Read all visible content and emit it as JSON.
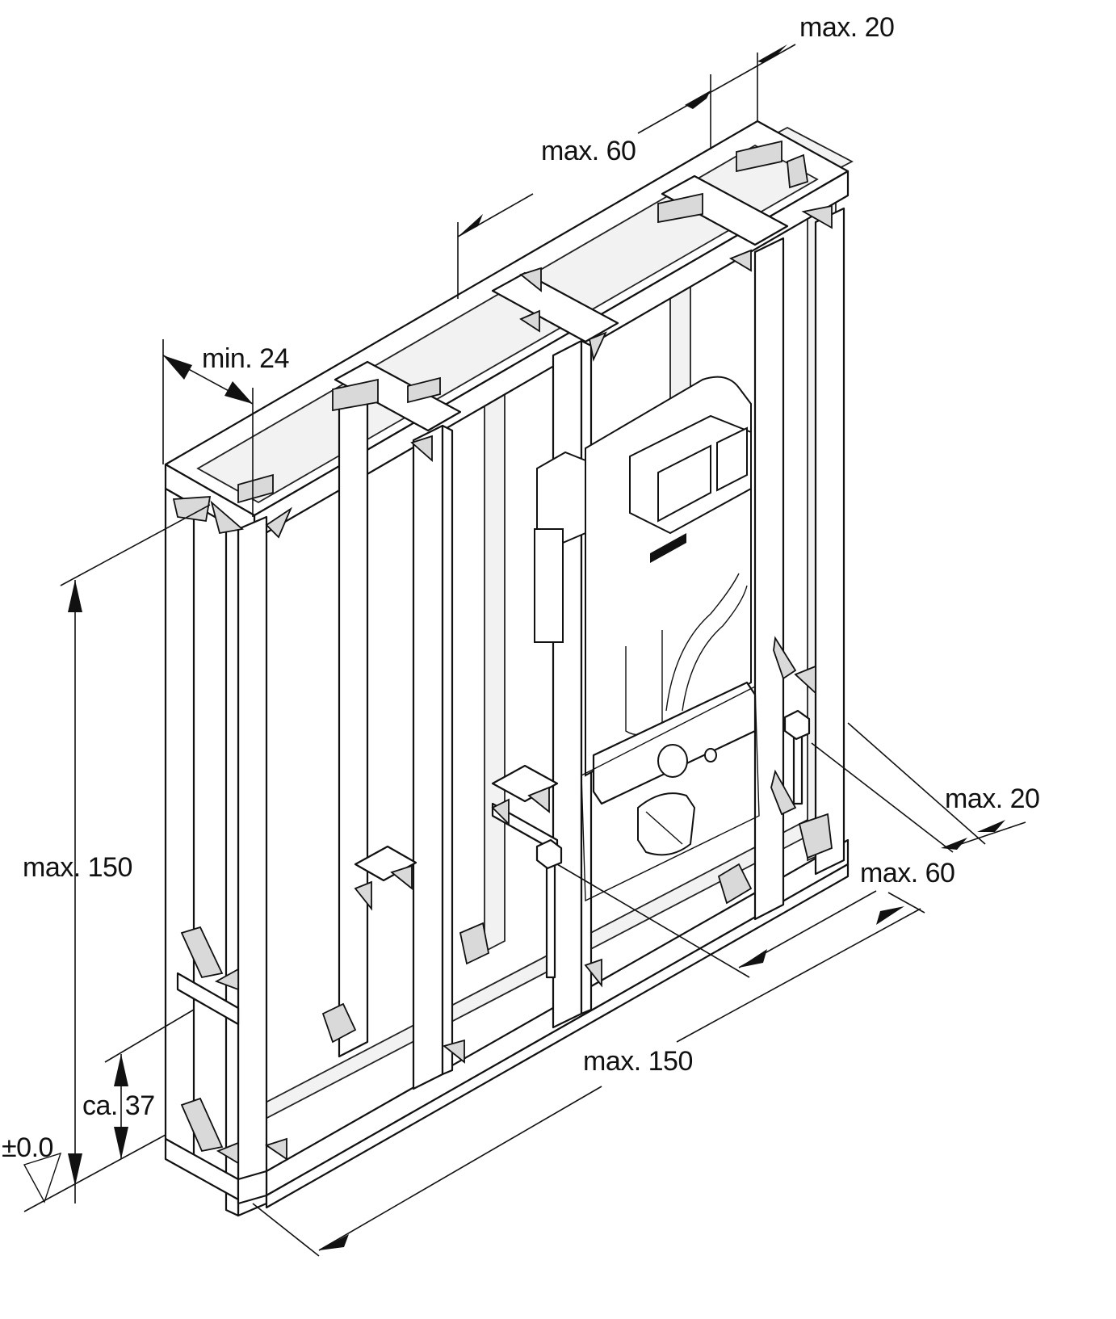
{
  "dimensions": {
    "top_right_offset": "max. 20",
    "top_depth": "max. 60",
    "top_left_width": "min. 24",
    "height_left": "max. 150",
    "floor_height": "ca. 37",
    "floor_level": "±0.0",
    "bottom_right_offset": "max. 20",
    "bottom_depth": "max. 60",
    "bottom_length": "max. 150"
  },
  "colors": {
    "line": "#111111",
    "fill": "#ffffff"
  }
}
